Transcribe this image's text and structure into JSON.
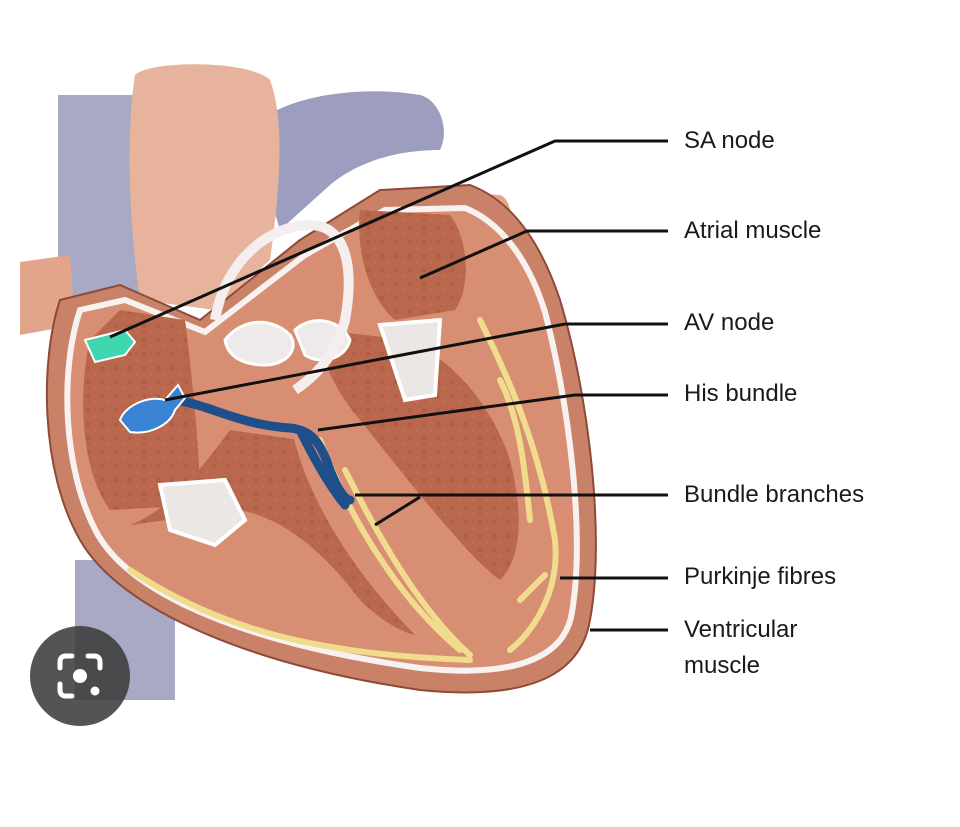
{
  "diagram": {
    "labels": {
      "sa_node": "SA node",
      "atrial_muscle": "Atrial muscle",
      "av_node": "AV node",
      "his_bundle": "His bundle",
      "bundle_branches": "Bundle branches",
      "purkinje_fibres": "Purkinje fibres",
      "ventricular_muscle_line1": "Ventricular",
      "ventricular_muscle_line2": "muscle"
    }
  },
  "lens_button": {
    "icon": "lens-search-icon"
  },
  "colors": {
    "heart_wall": "#c9806a",
    "heart_inner": "#b5654c",
    "vessel_blue": "#a9a9c2",
    "aorta": "#e5a791",
    "sa_node": "#3fd6b0",
    "av_node": "#3a7fcf",
    "his_bundle": "#1f4f8a",
    "purkinje": "#f2de8c",
    "leader_line": "#111111"
  }
}
